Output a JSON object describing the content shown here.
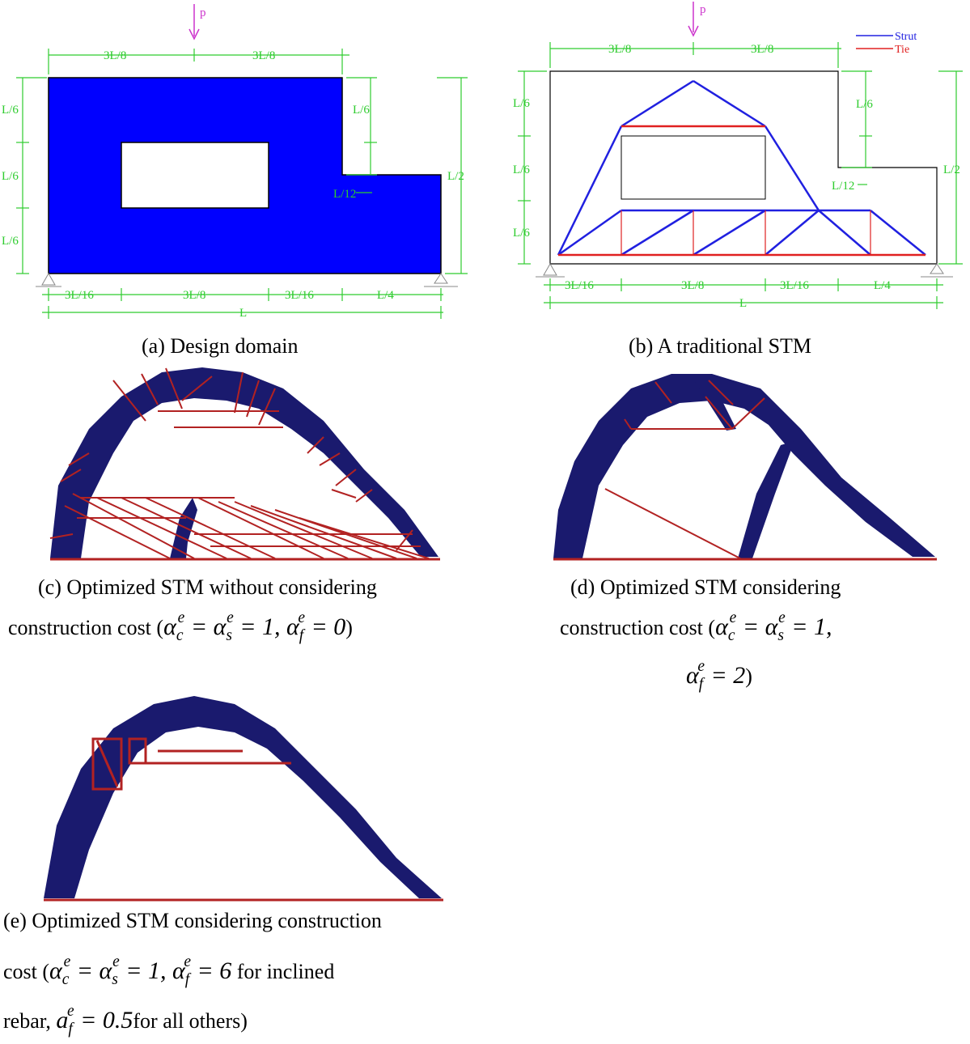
{
  "panel_a": {
    "load_label": "p",
    "dims_top": [
      "3L/8",
      "3L/8"
    ],
    "dims_left": [
      "L/6",
      "L/6",
      "L/6"
    ],
    "dims_right": [
      "L/6",
      "L/12",
      "L/2"
    ],
    "dims_bottom": [
      "3L/16",
      "3L/8",
      "3L/16",
      "L/4"
    ],
    "dim_total": "L",
    "caption": "(a) Design domain"
  },
  "panel_b": {
    "load_label": "p",
    "legend": [
      {
        "label": "Strut",
        "color": "#2020e0"
      },
      {
        "label": "Tie",
        "color": "#e02020"
      }
    ],
    "dims_top": [
      "3L/8",
      "3L/8"
    ],
    "dims_left": [
      "L/6",
      "L/6",
      "L/6"
    ],
    "dims_right": [
      "L/6",
      "L/12",
      "L/2"
    ],
    "dims_bottom": [
      "3L/16",
      "3L/8",
      "3L/16",
      "L/4"
    ],
    "dim_total": "L",
    "caption": "(b) A traditional STM"
  },
  "panel_c": {
    "caption_line1": "(c) Optimized STM without considering",
    "caption_line2_text": "construction cost (",
    "equation": "α_c^e = α_s^e = 1,  α_f^e = 0",
    "caption_close": ")"
  },
  "panel_d": {
    "caption_line1": "(d) Optimized STM considering",
    "caption_line2_text": "construction cost (",
    "equation1": "α_c^e = α_s^e = 1,",
    "equation2": "α_f^e = 2",
    "caption_close": ")"
  },
  "panel_e": {
    "caption_line1": "(e) Optimized STM considering construction",
    "caption_line2_text": "cost (",
    "equation1": "α_c^e = α_s^e = 1, α_f^e = 6",
    "caption_line2_suffix": " for inclined",
    "caption_line3_text": "rebar,",
    "equation2": "a_f^e = 0.5",
    "caption_line3_suffix": "for all others)"
  },
  "colors": {
    "domain_fill": "#0000ff",
    "dimension": "#2ecc2e",
    "load": "#cc33cc",
    "strut": "#2020e0",
    "tie": "#e02020",
    "topology_fill": "#1a1a6e",
    "rebar": "#b22222"
  }
}
